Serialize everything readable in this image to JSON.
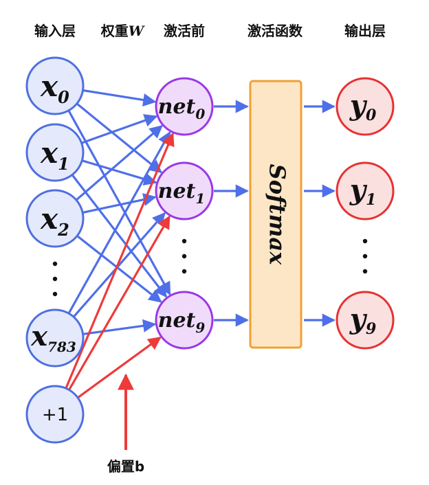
{
  "headers": {
    "input": "输入层",
    "weight_prefix": "权重",
    "weight_var": "W",
    "pre_activation": "激活前",
    "activation": "激活函数",
    "output": "输出层"
  },
  "input_nodes": [
    {
      "base": "x",
      "sub": "0"
    },
    {
      "base": "x",
      "sub": "1"
    },
    {
      "base": "x",
      "sub": "2"
    },
    {
      "base": "x",
      "sub": "783"
    }
  ],
  "bias_node": {
    "label": "+1"
  },
  "hidden_nodes": [
    {
      "base": "net",
      "sub": "0"
    },
    {
      "base": "net",
      "sub": "1"
    },
    {
      "base": "net",
      "sub": "9"
    }
  ],
  "activation_box": {
    "label": "Softmax"
  },
  "output_nodes": [
    {
      "base": "y",
      "sub": "0"
    },
    {
      "base": "y",
      "sub": "1"
    },
    {
      "base": "y",
      "sub": "9"
    }
  ],
  "bias_annotation": "偏置b",
  "colors": {
    "input_fill": "#e4eafb",
    "input_stroke": "#4f6fe0",
    "hidden_fill": "#f0dcfa",
    "hidden_stroke": "#9b38e6",
    "output_fill": "#fbe0e0",
    "output_stroke": "#e63232",
    "box_fill": "#fde6c6",
    "box_stroke": "#f0a033",
    "blue_arrow": "#4f6fe8",
    "red_arrow": "#ee3a3a"
  }
}
